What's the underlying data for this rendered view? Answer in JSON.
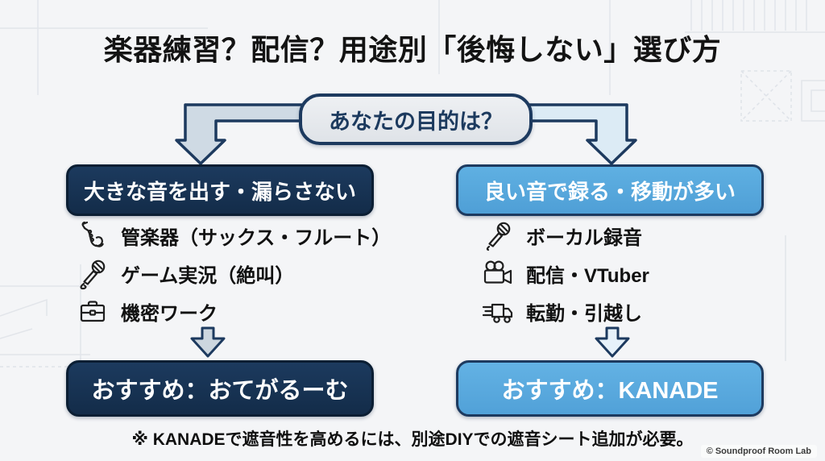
{
  "title": "楽器練習？配信？用途別「後悔しない」選び方",
  "question": {
    "label": "あなたの目的は？"
  },
  "left_branch": {
    "header": "大きな音を出す・漏らさない",
    "items": [
      {
        "icon": "saxophone-icon",
        "label": "管楽器（サックス・フルート）"
      },
      {
        "icon": "microphone-icon",
        "label": "ゲーム実況（絶叫）"
      },
      {
        "icon": "briefcase-icon",
        "label": "機密ワーク"
      }
    ],
    "recommendation": "おすすめ：おてがるーむ"
  },
  "right_branch": {
    "header": "良い音で録る・移動が多い",
    "items": [
      {
        "icon": "microphone-icon",
        "label": "ボーカル録音"
      },
      {
        "icon": "video-camera-icon",
        "label": "配信・VTuber"
      },
      {
        "icon": "truck-icon",
        "label": "転勤・引越し"
      }
    ],
    "recommendation": "おすすめ：KANADE"
  },
  "footnote": "※ KANADEで遮音性を高めるには、別途DIYでの遮音シート追加が必要。",
  "watermark": "© Soundproof Room Lab",
  "colors": {
    "background": "#f4f5f7",
    "dark_navy_box": "#16314f",
    "navy_border": "#1d3a5f",
    "light_blue_box": "#57a9de",
    "question_box_bg": "#e7eaee",
    "arrow_fill_left": "#cfdae4",
    "arrow_fill_right": "#dcebf5",
    "text_black": "#131313",
    "text_white": "#ffffff"
  }
}
